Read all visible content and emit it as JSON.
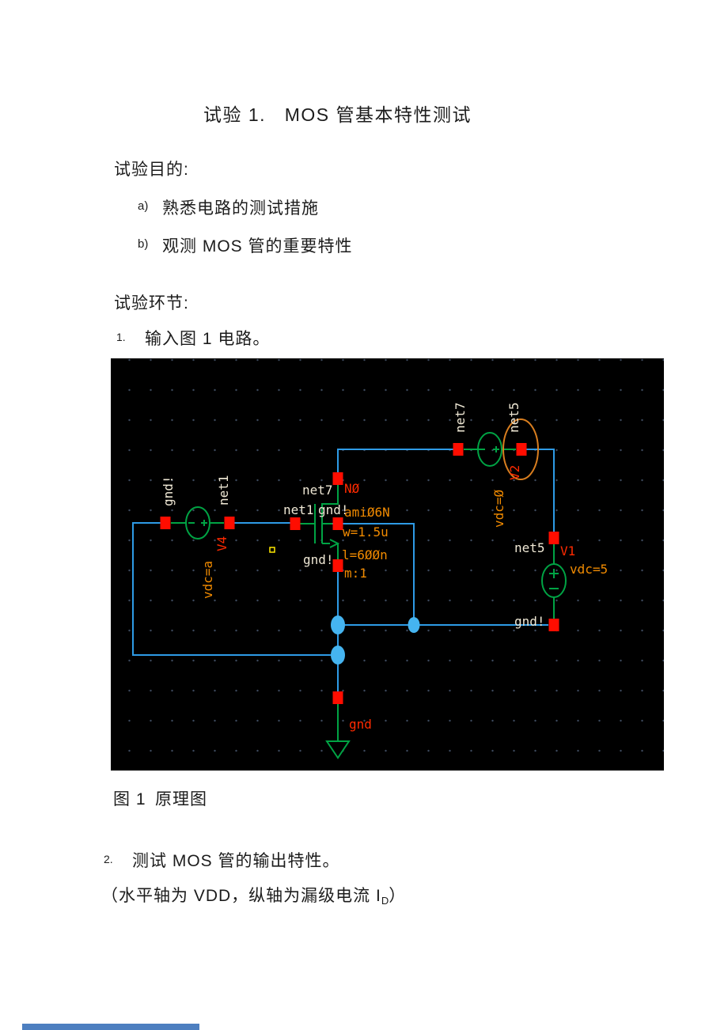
{
  "document": {
    "title": "试验 1.   MOS 管基本特性测试",
    "purpose": {
      "heading": "试验目的:",
      "items": [
        {
          "marker": "a)",
          "text": "熟悉电路的测试措施"
        },
        {
          "marker": "b)",
          "text": "观测 MOS 管的重要特性"
        }
      ]
    },
    "steps": {
      "heading": "试验环节:",
      "step1": {
        "marker": "1.",
        "text": "输入图 1 电路。"
      },
      "step2": {
        "marker": "2.",
        "text": "测试 MOS 管的输出特性。"
      },
      "note": {
        "prefix": "（水平轴为 VDD，纵轴为漏级电流 I",
        "subscript": "D",
        "suffix": "）"
      }
    },
    "figure": {
      "label": "图 1",
      "caption": "原理图"
    }
  },
  "schematic": {
    "mosfet": {
      "drain_net": "net7",
      "instance": "NØ",
      "gate_net": "net1",
      "bulk_net": "gnd!",
      "model": "amiØ6N",
      "width": "w=1.5u",
      "length": "l=6ØØn",
      "multiplier": "m:1",
      "source_net": "gnd!"
    },
    "v4": {
      "minus_net": "gnd!",
      "plus_net": "net1",
      "name": "V4",
      "value": "vdc=a"
    },
    "v2": {
      "minus_net": "net7",
      "plus_net": "net5",
      "name": "V2",
      "value": "vdc=Ø"
    },
    "v1": {
      "plus_net": "net5",
      "name": "V1",
      "value": "vdc=5",
      "minus_net": "gnd!"
    },
    "ground": {
      "label": "gnd"
    },
    "colors": {
      "background": "#000000",
      "wire": "#2E9BE6",
      "junction": "#45B4F0",
      "pin": "#FF0D00",
      "symbol": "#00A344",
      "net_label": "#EFE8D5",
      "param_label": "#F08A00",
      "instance_label": "#FF2A00",
      "highlight": "#D97E1F",
      "marker": "#FFE900"
    }
  },
  "scrollbar": {
    "color": "#4D7FC0"
  }
}
